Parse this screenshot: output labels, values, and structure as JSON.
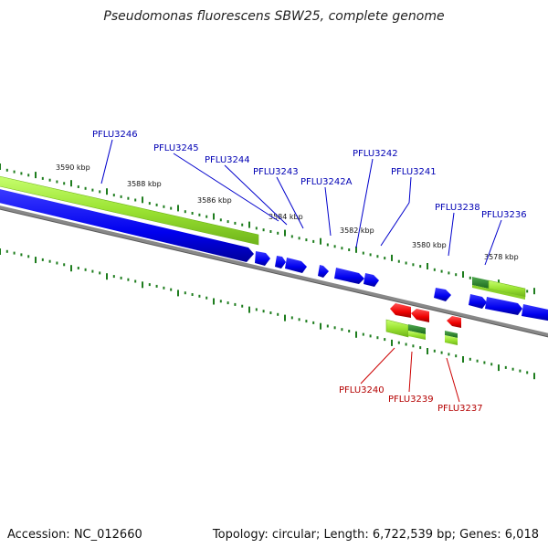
{
  "title": "Pseudomonas fluorescens SBW25, complete genome",
  "footer": {
    "accession": "Accession: NC_012660",
    "summary": "Topology: circular; Length: 6,722,539 bp; Genes: 6,018"
  },
  "scale_labels": [
    "3590 kbp",
    "3588 kbp",
    "3586 kbp",
    "3584 kbp",
    "3582 kbp",
    "3580 kbp",
    "3578 kbp"
  ],
  "forward_genes": [
    "PFLU3246",
    "PFLU3245",
    "PFLU3244",
    "PFLU3243",
    "PFLU3242A",
    "PFLU3242",
    "PFLU3241",
    "PFLU3238",
    "PFLU3236"
  ],
  "reverse_genes": [
    "PFLU3240",
    "PFLU3239",
    "PFLU3237"
  ],
  "colors": {
    "forward": "#0000ff",
    "reverse": "#ff0000",
    "forward_label": "#0000b4",
    "reverse_label": "#b40000",
    "feature_green": "#9be332",
    "tick_green": "#1e7d1e",
    "backbone": "#808080"
  }
}
